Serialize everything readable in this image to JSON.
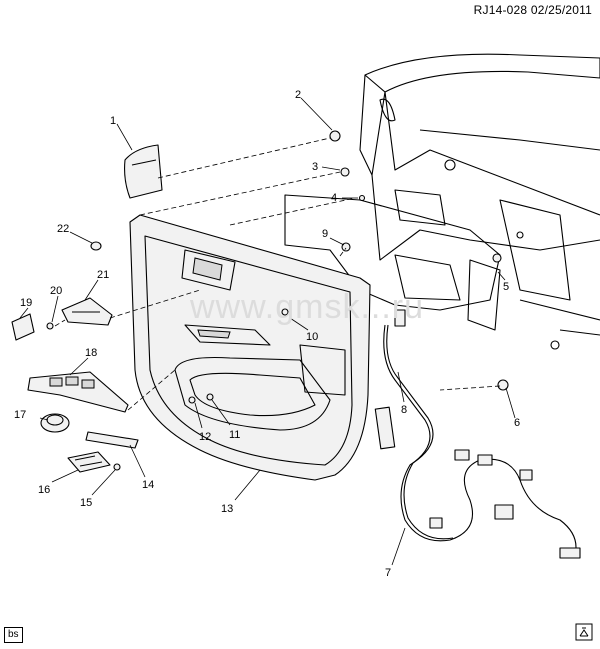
{
  "header": {
    "code": "RJ14-028 02/25/2011"
  },
  "footer": {
    "badge": "bs"
  },
  "watermark": "www.gmsk...ru",
  "callouts": [
    {
      "id": "c1",
      "label": "1"
    },
    {
      "id": "c2",
      "label": "2"
    },
    {
      "id": "c3",
      "label": "3"
    },
    {
      "id": "c4",
      "label": "4"
    },
    {
      "id": "c5",
      "label": "5"
    },
    {
      "id": "c6",
      "label": "6"
    },
    {
      "id": "c7",
      "label": "7"
    },
    {
      "id": "c8",
      "label": "8"
    },
    {
      "id": "c9",
      "label": "9"
    },
    {
      "id": "c10",
      "label": "10"
    },
    {
      "id": "c11",
      "label": "11"
    },
    {
      "id": "c12",
      "label": "12"
    },
    {
      "id": "c13",
      "label": "13"
    },
    {
      "id": "c14",
      "label": "14"
    },
    {
      "id": "c15",
      "label": "15"
    },
    {
      "id": "c16",
      "label": "16"
    },
    {
      "id": "c17",
      "label": "17"
    },
    {
      "id": "c18",
      "label": "18"
    },
    {
      "id": "c19",
      "label": "19"
    },
    {
      "id": "c20",
      "label": "20"
    },
    {
      "id": "c21",
      "label": "21"
    },
    {
      "id": "c22",
      "label": "22"
    }
  ]
}
